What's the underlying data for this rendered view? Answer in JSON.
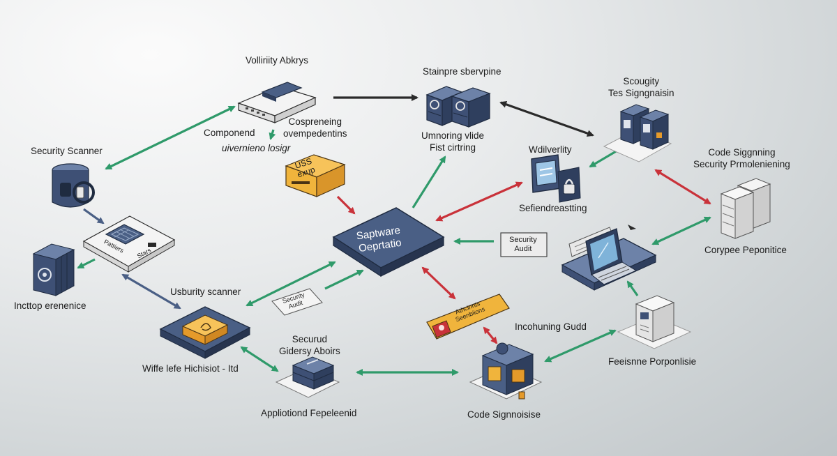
{
  "colors": {
    "node_blue": "#4a5f85",
    "node_blue_dark": "#2f3f5e",
    "node_blue_light": "#6d82a8",
    "platform": "#f2f2f2",
    "yellow": "#f0b43c",
    "orange": "#e59a2a",
    "arrow_green": "#2f9a6a",
    "arrow_red": "#c9323a",
    "arrow_blue": "#4a5f85",
    "arrow_dark": "#2a2a2a"
  },
  "labels": {
    "vulnerability_top": "Volliriity Abkrys",
    "component": "Componend",
    "component_dependencies": "Cospreneing\novempedentins",
    "universal_logic": "uivernieno losigr",
    "security_scanner_left": "Security Scanner",
    "scanner_chip": "Pattiers",
    "scanner_chip_brand": "Stars",
    "incident_response": "Incttop erenenice",
    "secondary_scanner": "Usburity scanner",
    "wifi_left": "Wiffe lefe Hichisiot - Itd",
    "software_center": "Saptware\nOeprtatio",
    "uss_box": "USS\nexup",
    "storage_top": "Stainpre sbervpine",
    "monitoring": "Umnoring vlide\nFist cirtring",
    "security_audit_small": "Security\nAudit",
    "security_audit_right": "Security\nAudit",
    "secured_delivery": "Securud\nGidersy Aboirs",
    "application_dev": "Appliotiond Fepeleenid",
    "alert_banner": "Athcinnts\nSeenbiions",
    "incoming_build": "Incohuning Gudd",
    "code_signing_bottom": "Code Signnoisise",
    "vulnerability_right": "Wdilverlity",
    "self_checking": "Sefiendreastting",
    "security_signing": "Scougity\nTes Signgnaisin",
    "code_signing_right": "Code Siggnning\nSecurity Prmoleniening",
    "compliance": "Corypee Peponitice",
    "feature_compliance": "Feeisnne Porponlisie"
  }
}
